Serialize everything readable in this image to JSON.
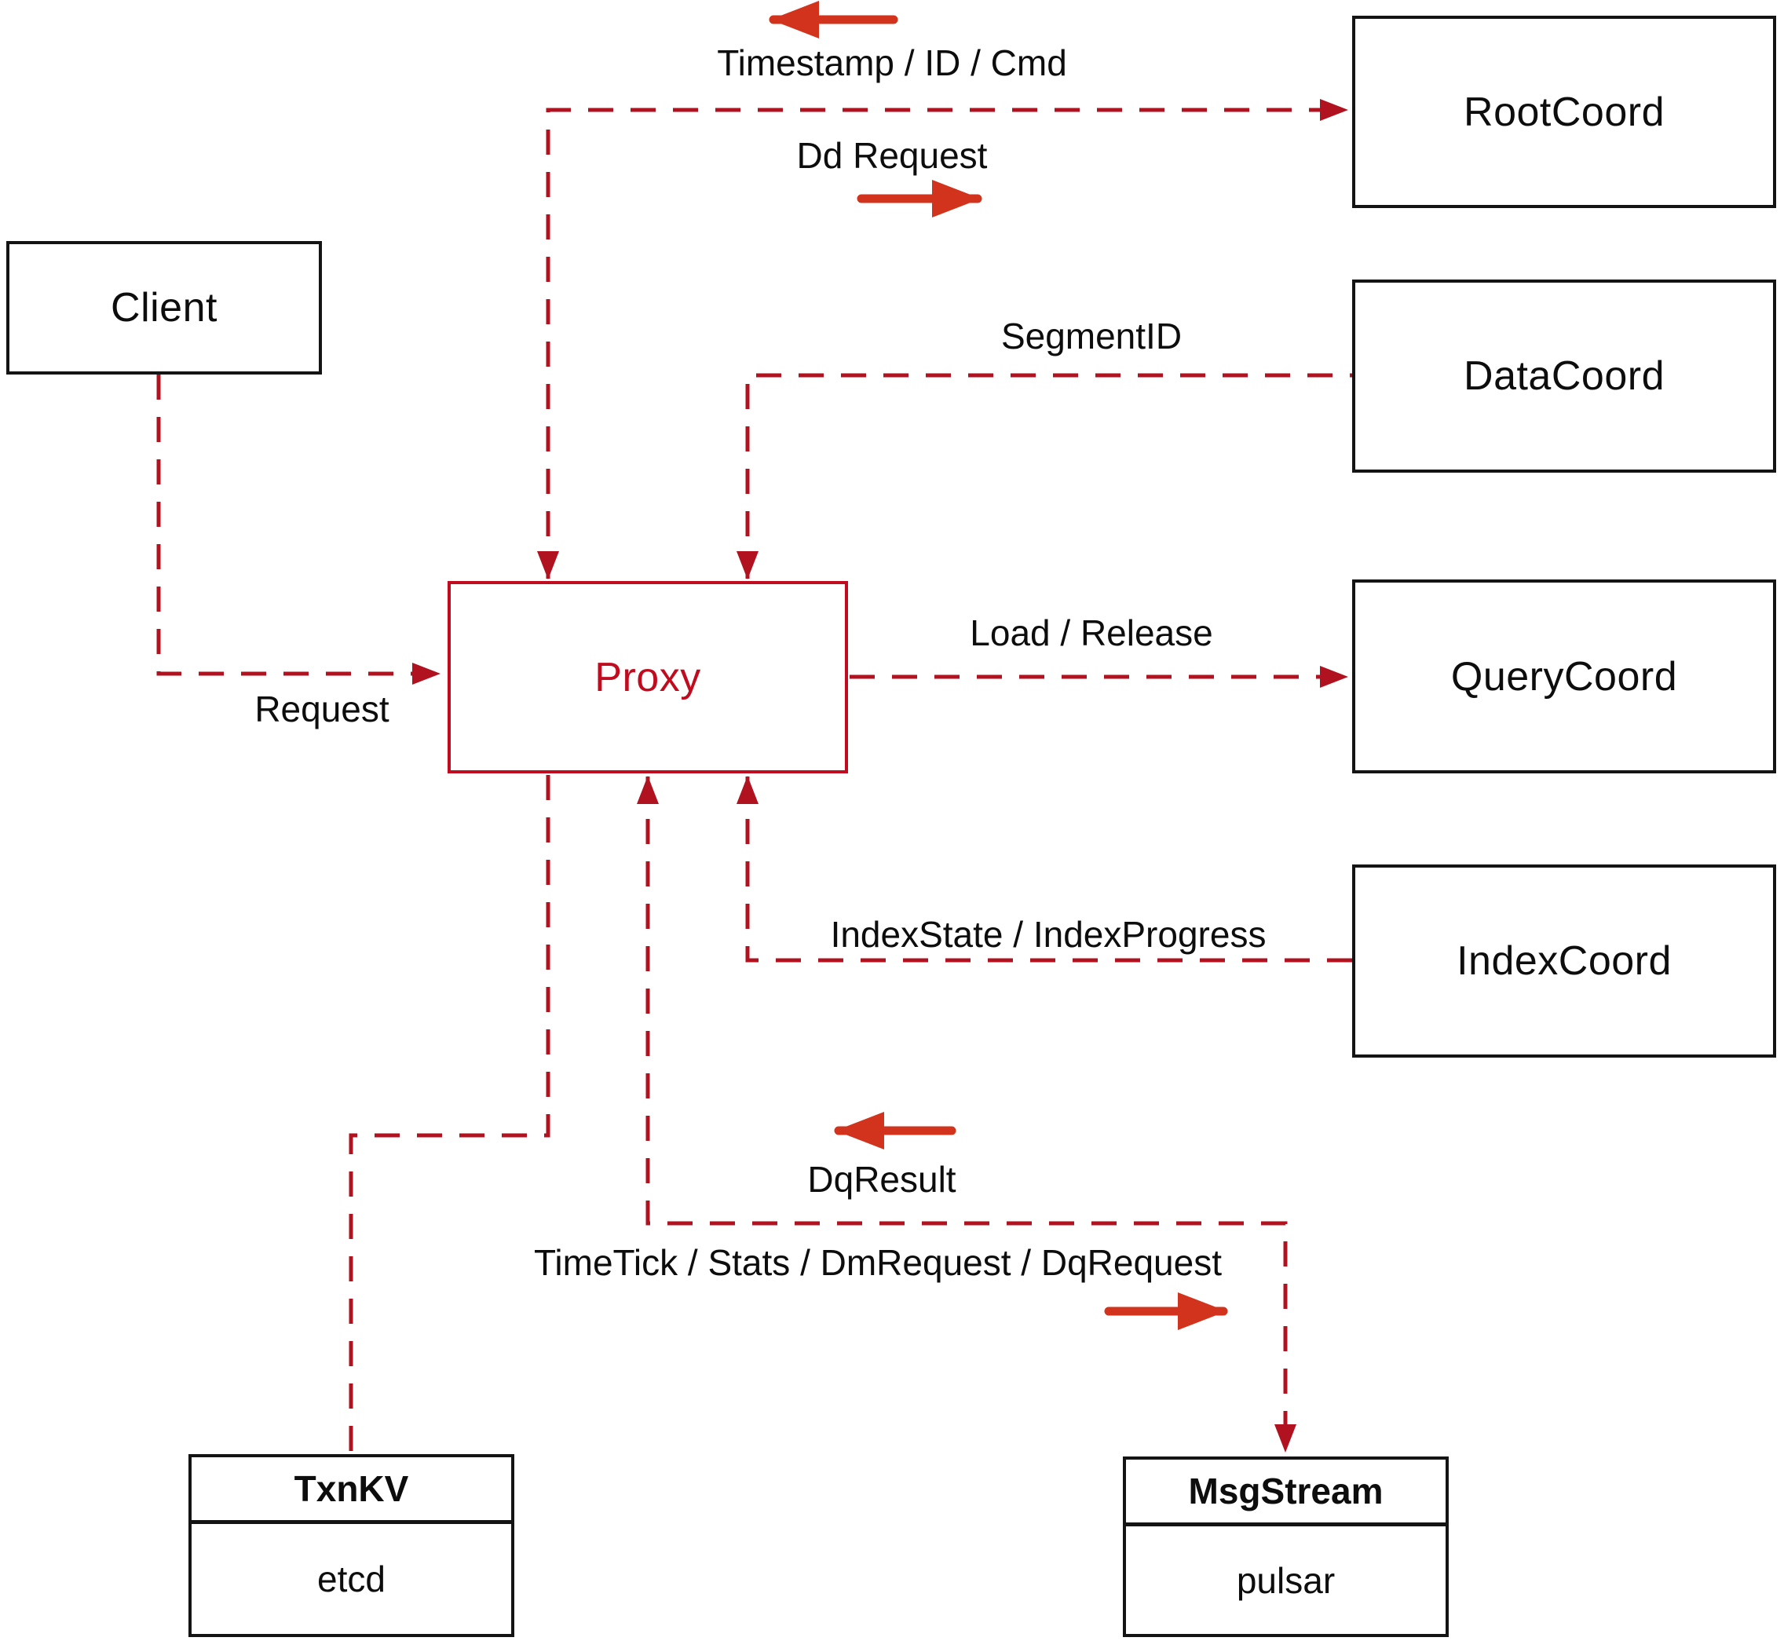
{
  "diagram": {
    "nodes": {
      "client": {
        "label": "Client"
      },
      "proxy": {
        "label": "Proxy"
      },
      "root_coord": {
        "label": "RootCoord"
      },
      "data_coord": {
        "label": "DataCoord"
      },
      "query_coord": {
        "label": "QueryCoord"
      },
      "index_coord": {
        "label": "IndexCoord"
      },
      "txn_kv": {
        "title": "TxnKV",
        "impl": "etcd"
      },
      "msg_stream": {
        "title": "MsgStream",
        "impl": "pulsar"
      }
    },
    "edge_labels": {
      "request": "Request",
      "timestamp_id_cmd": "Timestamp / ID / Cmd",
      "dd_request": "Dd Request",
      "segment_id": "SegmentID",
      "load_release": "Load / Release",
      "index_state": "IndexState / IndexProgress",
      "dq_result": "DqResult",
      "timetick": "TimeTick / Stats / DmRequest / DqRequest"
    },
    "colors": {
      "dashed_line": "#b0121f",
      "solid_arrow": "#d2331c",
      "box_border": "#141414",
      "proxy_accent": "#c10c20",
      "text": "#0d0d0d",
      "background": "#ffffff"
    }
  }
}
